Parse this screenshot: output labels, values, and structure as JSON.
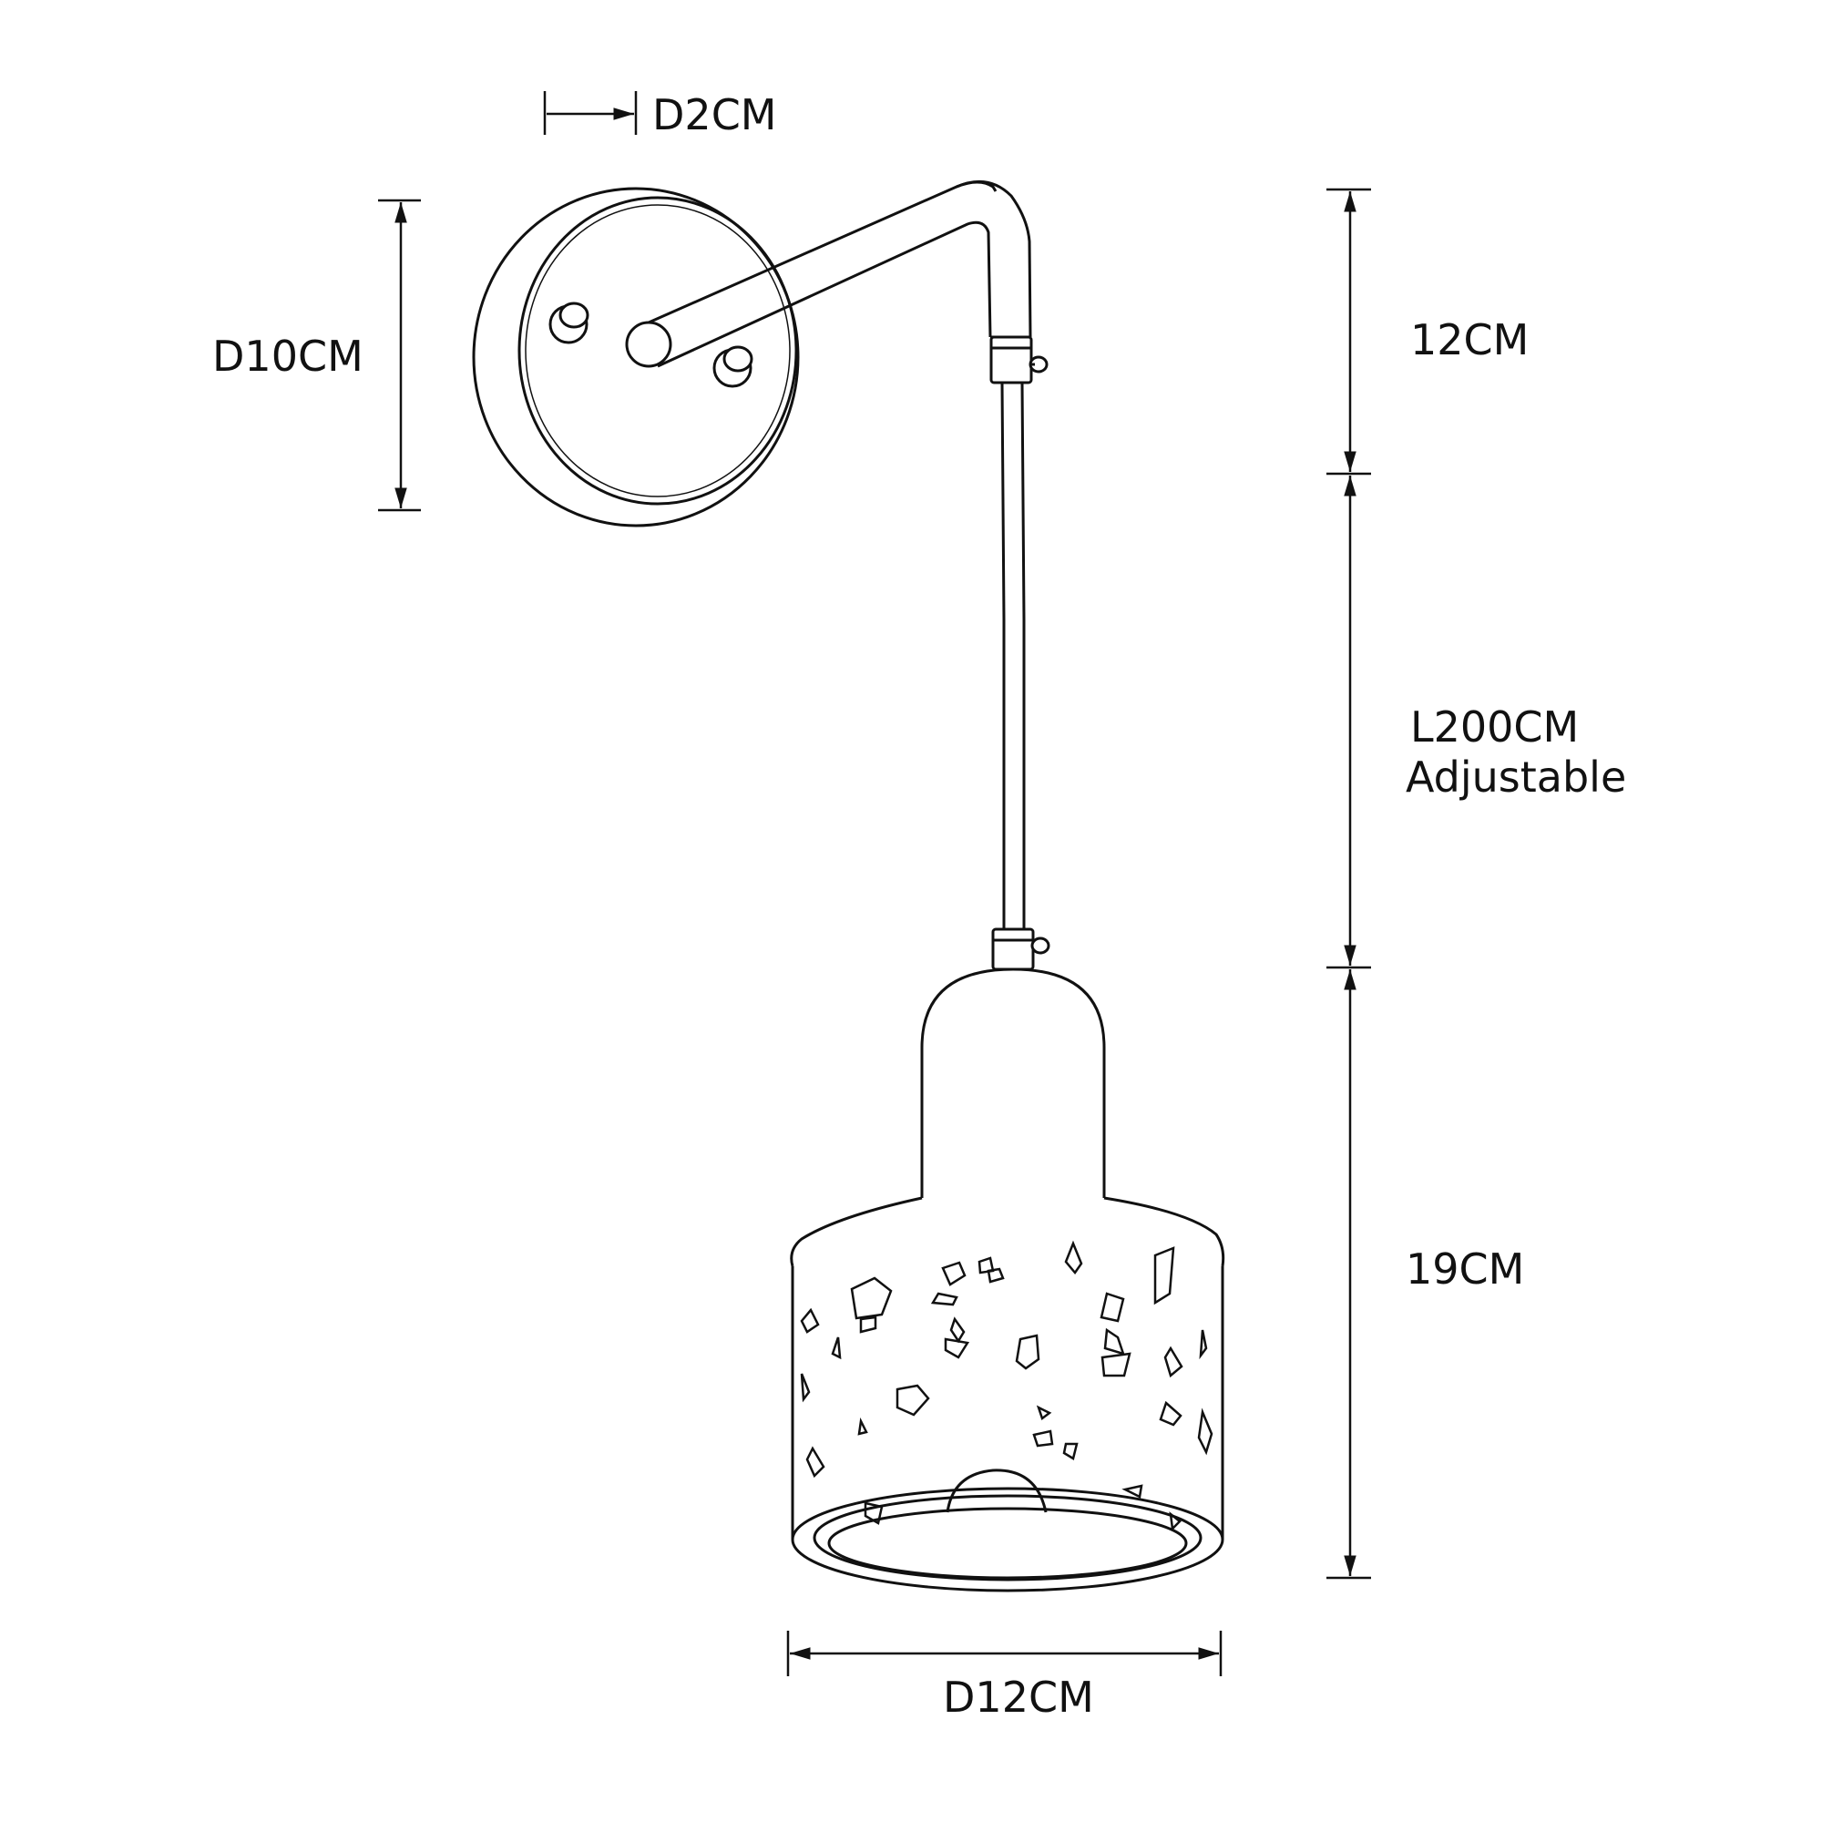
{
  "dimensions": {
    "arm_diameter": "D2CM",
    "backplate_diameter": "D10CM",
    "arm_drop": "12CM",
    "cord_length": "L200CM",
    "cord_note": "Adjustable",
    "shade_height": "19CM",
    "shade_diameter": "D12CM"
  },
  "colors": {
    "line": "#111111",
    "background": "#ffffff"
  }
}
